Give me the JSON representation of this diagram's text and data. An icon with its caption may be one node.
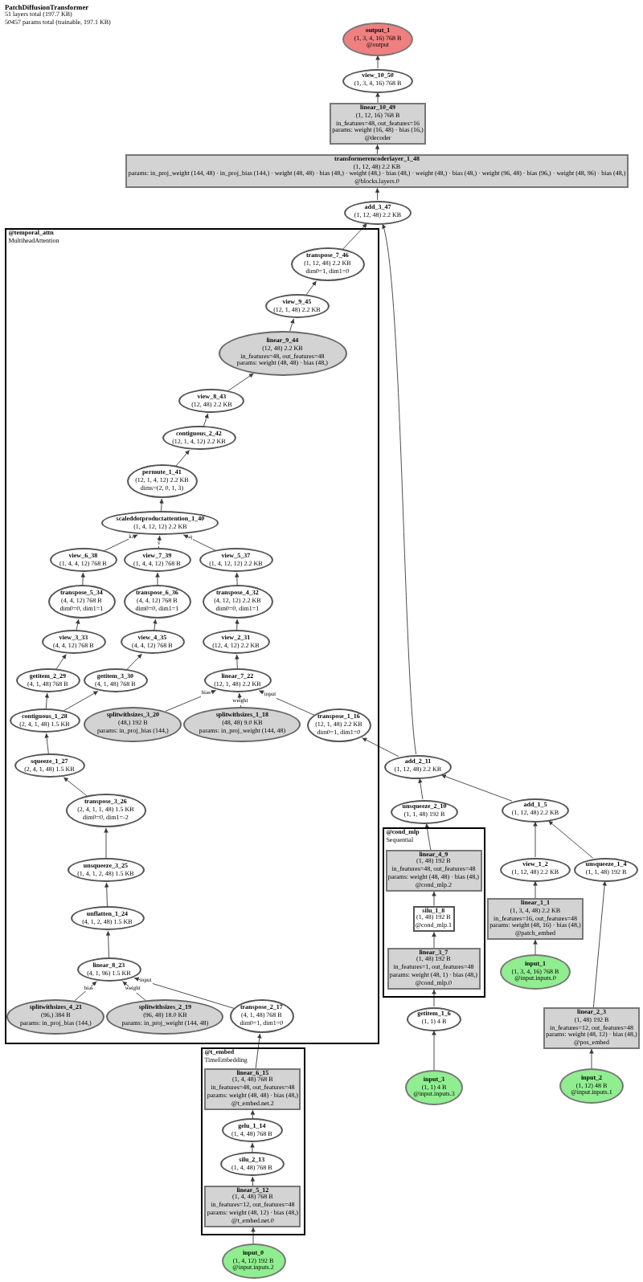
{
  "diagram": {
    "title": "PatchDiffusionTransformer",
    "labels": [
      "51 layers total (197.7 KB)",
      "50457 params total (trainable, 197.1 KB)"
    ],
    "nodes": [
      {
        "text": [
          "output_1",
          "(1, 3, 4, 16) 768 B",
          "@output"
        ]
      },
      {
        "text": [
          "view_10_50",
          "(1, 3, 4, 16) 768 B"
        ]
      },
      {
        "text": [
          "linear_10_49",
          "(1, 12, 16) 768 B",
          "in_features=48, out_features=16",
          "params: weight (16, 48) · bias (16,)",
          "@decoder"
        ]
      },
      {
        "text": [
          "transformerencoderlayer_1_48",
          "(1, 12, 48) 2.2 KB",
          "params: in_proj_weight (144, 48) · in_proj_bias (144,) · weight (48, 48) · bias (48,) · weight (48,) · bias (48,) · weight (48,) · bias (48,) · weight (96, 48) · bias (96,) · weight (48, 96) · bias (48,)",
          "@blocks.layers.0"
        ]
      },
      {
        "text": [
          "add_3_47",
          "(1, 12, 48) 2.2 KB"
        ]
      },
      {
        "text": [
          "@temporal_attn",
          "MultiheadAttention"
        ]
      },
      {
        "text": [
          "transpose_7_46",
          "(1, 12, 48) 2.2 KB",
          "dim0=1, dim1=0"
        ],
        "in": 5
      },
      {
        "text": [
          "view_9_45",
          "(12, 1, 48) 2.2 KB"
        ],
        "in": 5
      },
      {
        "text": [
          "linear_9_44",
          "(12, 48) 2.2 KB",
          "in_features=48, out_features=48",
          "params: weight (48, 48) · bias (48,)"
        ],
        "in": 5
      },
      {
        "text": [
          "view_8_43",
          "(12, 48) 2.2 KB"
        ],
        "in": 5
      },
      {
        "text": [
          "contiguous_2_42",
          "(12, 1, 4, 12) 2.2 KB"
        ],
        "in": 5
      },
      {
        "text": [
          "permute_1_41",
          "(12, 1, 4, 12) 2.2 KB",
          "dims=(2, 0, 1, 3)"
        ],
        "in": 5
      },
      {
        "text": [
          "scaleddotproductattention_1_40",
          "(1, 4, 12, 12) 2.2 KB"
        ],
        "in": 5
      },
      {
        "text": [
          "view_6_38",
          "(1, 4, 4, 12) 768 B"
        ],
        "in": 5
      },
      {
        "text": [
          "view_7_39",
          "(1, 4, 4, 12) 768 B"
        ],
        "in": 5
      },
      {
        "text": [
          "view_5_37",
          "(1, 4, 12, 12) 2.2 KB"
        ],
        "in": 5
      },
      {
        "text": [
          "transpose_5_34",
          "(4, 4, 12) 768 B",
          "dim0=0, dim1=1"
        ],
        "in": 5
      },
      {
        "text": [
          "transpose_6_36",
          "(4, 4, 12) 768 B",
          "dim0=0, dim1=1"
        ],
        "in": 5
      },
      {
        "text": [
          "transpose_4_32",
          "(4, 12, 12) 2.2 KB",
          "dim0=0, dim1=1"
        ],
        "in": 5
      },
      {
        "text": [
          "view_3_33",
          "(4, 4, 12) 768 B"
        ],
        "in": 5
      },
      {
        "text": [
          "view_4_35",
          "(4, 4, 12) 768 B"
        ],
        "in": 5
      },
      {
        "text": [
          "view_2_31",
          "(12, 4, 12) 2.2 KB"
        ],
        "in": 5
      },
      {
        "text": [
          "getitem_2_29",
          "(4, 1, 48) 768 B"
        ],
        "in": 5
      },
      {
        "text": [
          "getitem_3_30",
          "(4, 1, 48) 768 B"
        ],
        "in": 5
      },
      {
        "text": [
          "linear_7_22",
          "(12, 1, 48) 2.2 KB"
        ],
        "in": 5
      },
      {
        "text": [
          "contiguous_1_28",
          "(2, 4, 1, 48) 1.5 KB"
        ],
        "in": 5
      },
      {
        "text": [
          "splitwithsizes_3_20",
          "(48,) 192 B",
          "params: in_proj_bias (144,)"
        ],
        "in": 5
      },
      {
        "text": [
          "splitwithsizes_1_18",
          "(48, 48) 9.0 KB",
          "params: in_proj_weight (144, 48)"
        ],
        "in": 5
      },
      {
        "text": [
          "transpose_1_16",
          "(12, 1, 48) 2.2 KB",
          "dim0=1, dim1=0"
        ],
        "in": 5
      },
      {
        "text": [
          "squeeze_1_27",
          "(2, 4, 1, 48) 1.5 KB"
        ],
        "in": 5
      },
      {
        "text": [
          "add_2_11",
          "(1, 12, 48) 2.2 KB"
        ]
      },
      {
        "text": [
          "transpose_3_26",
          "(2, 4, 1, 1, 48) 1.5 KB",
          "dim0=0, dim1=-2"
        ],
        "in": 5
      },
      {
        "text": [
          "unsqueeze_2_10",
          "(1, 1, 48) 192 B"
        ]
      },
      {
        "text": [
          "add_1_5",
          "(1, 12, 48) 2.2 KB"
        ]
      },
      {
        "text": [
          "@cond_mlp",
          "Sequential"
        ]
      },
      {
        "text": [
          "linear_4_9",
          "(1, 48) 192 B",
          "in_features=48, out_features=48",
          "params: weight (48, 48) · bias (48,)",
          "@cond_mlp.2"
        ],
        "in": 34
      },
      {
        "text": [
          "unsqueeze_3_25",
          "(1, 4, 1, 2, 48) 1.5 KB"
        ],
        "in": 5
      },
      {
        "text": [
          "view_1_2",
          "(1, 12, 48) 2.2 KB"
        ]
      },
      {
        "text": [
          "unsqueeze_1_4",
          "(1, 1, 48) 192 B"
        ]
      },
      {
        "text": [
          "unflatten_1_24",
          "(4, 1, 2, 48) 1.5 KB"
        ],
        "in": 5
      },
      {
        "text": [
          "silu_1_8",
          "(1, 48) 192 B",
          "@cond_mlp.1"
        ],
        "in": 34
      },
      {
        "text": [
          "linear_1_1",
          "(1, 3, 4, 48) 2.2 KB",
          "in_features=16, out_features=48",
          "params: weight (48, 16) · bias (48,)",
          "@patch_embed"
        ]
      },
      {
        "text": [
          "linear_2_3",
          "(1, 48) 192 B",
          "in_features=12, out_features=48",
          "params: weight (48, 12) · bias (48,)",
          "@pos_embed"
        ]
      },
      {
        "text": [
          "linear_3_7",
          "(1, 48) 192 B",
          "in_features=1, out_features=48",
          "params: weight (48, 1) · bias (48,)",
          "@cond_mlp.0"
        ],
        "in": 34
      },
      {
        "text": [
          "input_1",
          "(1, 3, 4, 16) 768 B",
          "@input.inputs.0"
        ]
      },
      {
        "text": [
          "input_2",
          "(1, 12) 48 B",
          "@input.inputs.1"
        ]
      },
      {
        "text": [
          "linear_8_23",
          "(4, 1, 96) 1.5 KB"
        ],
        "in": 5
      },
      {
        "text": [
          "splitwithsizes_4_21",
          "(96,) 384 B",
          "params: in_proj_bias (144,)"
        ],
        "in": 5
      },
      {
        "text": [
          "splitwithsizes_2_19",
          "(96, 48) 18.0 KB",
          "params: in_proj_weight (144, 48)"
        ],
        "in": 5
      },
      {
        "text": [
          "transpose_2_17",
          "(4, 1, 48) 768 B",
          "dim0=1, dim1=0"
        ],
        "in": 5
      },
      {
        "text": [
          "getitem_1_6",
          "(1, 1) 4 B"
        ]
      },
      {
        "text": [
          "@t_embed",
          "TimeEmbedding"
        ]
      },
      {
        "text": [
          "linear_6_15",
          "(1, 4, 48) 768 B",
          "in_features=48, out_features=48",
          "params: weight (48, 48) · bias (48,)",
          "@t_embed.net.2"
        ],
        "in": 51
      },
      {
        "text": [
          "input_3",
          "(1, 1) 4 B",
          "@input.inputs.3"
        ]
      },
      {
        "text": [
          "gelu_1_14",
          "(1, 4, 48) 768 B"
        ],
        "in": 51
      },
      {
        "text": [
          "silu_2_13",
          "(1, 4, 48) 768 B"
        ],
        "in": 51
      },
      {
        "text": [
          "linear_5_12",
          "(1, 4, 48) 768 B",
          "in_features=12, out_features=48",
          "params: weight (48, 12) · bias (48,)",
          "@t_embed.net.0"
        ],
        "in": 51
      },
      {
        "text": [
          "input_0",
          "(1, 4, 12) 192 B",
          "@input.inputs.2"
        ]
      }
    ],
    "edges": [
      {
        "from": 44,
        "to": 41,
        "arrow": "to"
      },
      {
        "from": 41,
        "to": 37,
        "arrow": "to"
      },
      {
        "from": 45,
        "to": 42,
        "arrow": "to"
      },
      {
        "from": 42,
        "to": 38,
        "arrow": "to"
      },
      {
        "from": 37,
        "to": 33,
        "arrow": "to"
      },
      {
        "from": 38,
        "to": 33,
        "arrow": "to"
      },
      {
        "from": 53,
        "to": 50,
        "arrow": "to"
      },
      {
        "from": 50,
        "to": 43,
        "arrow": "to"
      },
      {
        "from": 43,
        "to": 40,
        "arrow": "to"
      },
      {
        "from": 40,
        "to": 35,
        "arrow": "to"
      },
      {
        "from": 35,
        "to": 32,
        "arrow": "to"
      },
      {
        "from": 32,
        "to": 30,
        "arrow": "to"
      },
      {
        "from": 33,
        "to": 30,
        "arrow": "to"
      },
      {
        "from": 30,
        "to": 28,
        "arrow": "to"
      },
      {
        "from": 30,
        "to": 4,
        "arrow": "to"
      },
      {
        "from": 57,
        "to": 56,
        "arrow": "to"
      },
      {
        "from": 56,
        "to": 55,
        "arrow": "to"
      },
      {
        "from": 55,
        "to": 54,
        "arrow": "to"
      },
      {
        "from": 54,
        "to": 52,
        "arrow": "to"
      },
      {
        "from": 52,
        "to": 49,
        "arrow": "to"
      },
      {
        "from": 49,
        "to": 46,
        "arrow": "to",
        "label": "input"
      },
      {
        "from": 48,
        "to": 46,
        "arrow": "to",
        "label": "weight"
      },
      {
        "from": 47,
        "to": 46,
        "arrow": "to",
        "label": "bias"
      },
      {
        "from": 46,
        "to": 39,
        "arrow": "to"
      },
      {
        "from": 39,
        "to": 36,
        "arrow": "to"
      },
      {
        "from": 36,
        "to": 31,
        "arrow": "to"
      },
      {
        "from": 31,
        "to": 29,
        "arrow": "to"
      },
      {
        "from": 29,
        "to": 25,
        "arrow": "to"
      },
      {
        "from": 25,
        "to": 22,
        "arrow": "to"
      },
      {
        "from": 25,
        "to": 23,
        "arrow": "to"
      },
      {
        "from": 28,
        "to": 24,
        "arrow": "to",
        "label": "input"
      },
      {
        "from": 27,
        "to": 24,
        "arrow": "to",
        "label": "weight"
      },
      {
        "from": 26,
        "to": 24,
        "arrow": "to",
        "label": "bias"
      },
      {
        "from": 24,
        "to": 21,
        "arrow": "to"
      },
      {
        "from": 21,
        "to": 18,
        "arrow": "to"
      },
      {
        "from": 18,
        "to": 15,
        "arrow": "to"
      },
      {
        "from": 22,
        "to": 19,
        "arrow": "to"
      },
      {
        "from": 19,
        "to": 16,
        "arrow": "to"
      },
      {
        "from": 16,
        "to": 13,
        "arrow": "to"
      },
      {
        "from": 23,
        "to": 20,
        "arrow": "to"
      },
      {
        "from": 20,
        "to": 17,
        "arrow": "to"
      },
      {
        "from": 17,
        "to": 14,
        "arrow": "to"
      },
      {
        "from": 15,
        "to": 12,
        "arrow": "to",
        "label": "q"
      },
      {
        "from": 13,
        "to": 12,
        "arrow": "to",
        "label": "k"
      },
      {
        "from": 14,
        "to": 12,
        "arrow": "to",
        "label": "v"
      },
      {
        "from": 12,
        "to": 11,
        "arrow": "to"
      },
      {
        "from": 11,
        "to": 10,
        "arrow": "to"
      },
      {
        "from": 10,
        "to": 9,
        "arrow": "to"
      },
      {
        "from": 9,
        "to": 8,
        "arrow": "to"
      },
      {
        "from": 8,
        "to": 7,
        "arrow": "to"
      },
      {
        "from": 7,
        "to": 6,
        "arrow": "to"
      },
      {
        "from": 6,
        "to": 4,
        "arrow": "to"
      },
      {
        "from": 4,
        "to": 3,
        "arrow": "to"
      },
      {
        "from": 3,
        "to": 2,
        "arrow": "to"
      },
      {
        "from": 2,
        "to": 1,
        "arrow": "to"
      },
      {
        "from": 1,
        "to": 0,
        "arrow": "to"
      }
    ]
  }
}
